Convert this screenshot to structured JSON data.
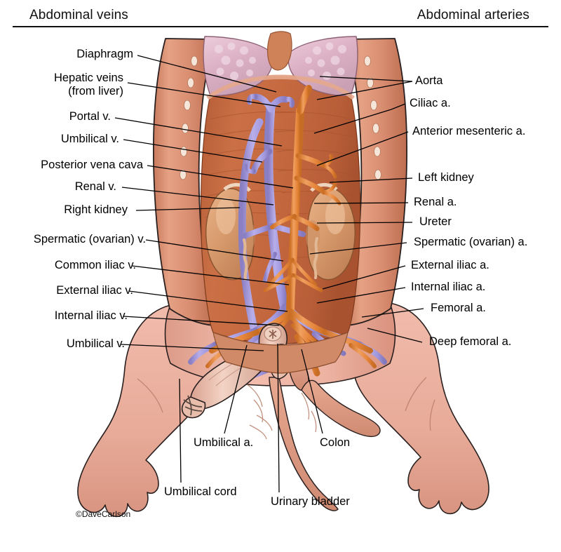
{
  "header": {
    "left_title": "Abdominal veins",
    "right_title": "Abdominal arteries"
  },
  "credit": "©DaveCarlson",
  "illustration": {
    "subject": "fetal pig abdominal dissection, ventral view",
    "colors": {
      "vein": "#a79ddf",
      "vein_shadow": "#8e82c9",
      "artery": "#e98d44",
      "artery_shadow": "#cf7129",
      "cavity": "#c1683f",
      "cavity_deep": "#a9543200",
      "body_wall": "#d98a6d",
      "skin": "#efb6a6",
      "skin_shade": "#dd9a87",
      "lung": "#dfb6c8",
      "kidney": "#d79a6c",
      "outline": "#1a1a1a",
      "leader_line": "#000000"
    }
  },
  "labels_left": [
    {
      "id": "diaphragm",
      "text": "Diaphragm",
      "text2": ""
    },
    {
      "id": "hepatic-veins",
      "text": "Hepatic veins",
      "text2": "(from liver)"
    },
    {
      "id": "portal-v",
      "text": "Portal v.",
      "text2": ""
    },
    {
      "id": "umbilical-v-upper",
      "text": "Umbilical v.",
      "text2": ""
    },
    {
      "id": "posterior-vena-cava",
      "text": "Posterior vena cava",
      "text2": ""
    },
    {
      "id": "renal-v",
      "text": "Renal v.",
      "text2": ""
    },
    {
      "id": "right-kidney",
      "text": "Right kidney",
      "text2": ""
    },
    {
      "id": "spermatic-ovarian-v",
      "text": "Spermatic (ovarian) v.",
      "text2": ""
    },
    {
      "id": "common-iliac-v",
      "text": "Common iliac v.",
      "text2": ""
    },
    {
      "id": "external-iliac-v",
      "text": "External iliac v.",
      "text2": ""
    },
    {
      "id": "internal-iliac-v",
      "text": "Internal iliac v.",
      "text2": ""
    },
    {
      "id": "umbilical-v-lower",
      "text": "Umbilical v.",
      "text2": ""
    }
  ],
  "labels_right": [
    {
      "id": "aorta",
      "text": "Aorta"
    },
    {
      "id": "ciliac-a",
      "text": "Ciliac a."
    },
    {
      "id": "anterior-mesenteric-a",
      "text": "Anterior mesenteric a."
    },
    {
      "id": "left-kidney",
      "text": "Left kidney"
    },
    {
      "id": "renal-a",
      "text": "Renal a."
    },
    {
      "id": "ureter",
      "text": "Ureter"
    },
    {
      "id": "spermatic-ovarian-a",
      "text": "Spermatic (ovarian) a."
    },
    {
      "id": "external-iliac-a",
      "text": "External iliac a."
    },
    {
      "id": "internal-iliac-a",
      "text": "Internal iliac a."
    },
    {
      "id": "femoral-a",
      "text": "Femoral a."
    },
    {
      "id": "deep-femoral-a",
      "text": "Deep femoral a."
    }
  ],
  "labels_bottom": [
    {
      "id": "umbilical-a",
      "text": "Umbilical a."
    },
    {
      "id": "colon",
      "text": "Colon"
    },
    {
      "id": "umbilical-cord",
      "text": "Umbilical cord"
    },
    {
      "id": "urinary-bladder",
      "text": "Urinary bladder"
    }
  ]
}
